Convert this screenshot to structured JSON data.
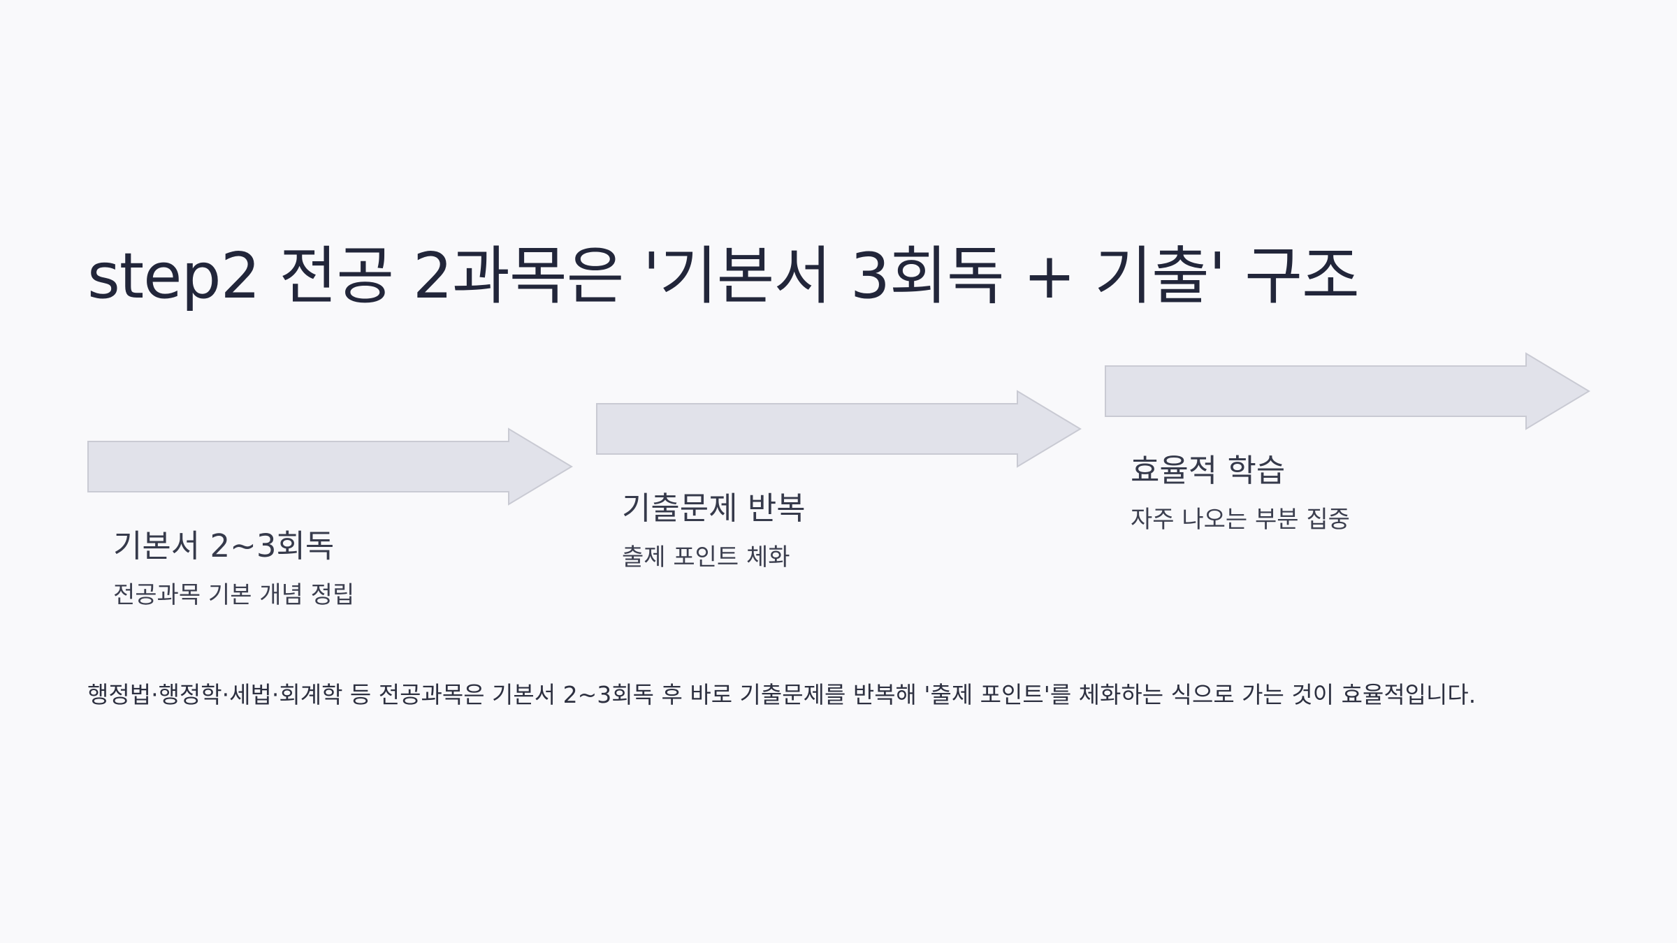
{
  "title": "step2 전공 2과목은 '기본서 3회독 + 기출' 구조",
  "steps": [
    {
      "title": "기본서 2~3회독",
      "description": "전공과목 기본 개념 정립"
    },
    {
      "title": "기출문제 반복",
      "description": "출제 포인트 체화"
    },
    {
      "title": "효율적 학습",
      "description": "자주 나오는 부분 집중"
    }
  ],
  "summary": "행정법·행정학·세법·회계학 등 전공과목은 기본서 2~3회독 후 바로 기출문제를 반복해 '출제 포인트'를 체화하는 식으로 가는 것이 효율적입니다.",
  "colors": {
    "background": "#f9f9fb",
    "arrow_fill": "#e1e2ea",
    "arrow_stroke": "#c9cad3",
    "text": "#22263a"
  }
}
